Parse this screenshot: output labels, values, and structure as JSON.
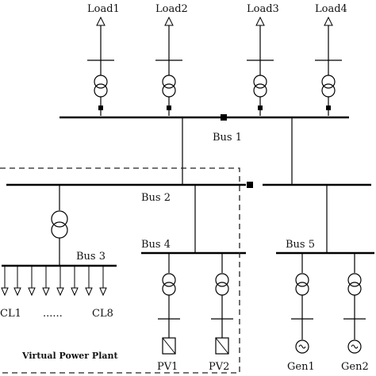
{
  "loads": [
    "Load1",
    "Load2",
    "Load3",
    "Load4"
  ],
  "buses": {
    "bus1": "Bus 1",
    "bus2": "Bus 2",
    "bus3": "Bus 3",
    "bus4": "Bus 4",
    "bus5": "Bus 5"
  },
  "controllable_loads": {
    "first": "CL1",
    "ellipsis": "......",
    "last": "CL8"
  },
  "pv": [
    "PV1",
    "PV2"
  ],
  "generators": [
    "Gen1",
    "Gen2"
  ],
  "vpp_label": "Virtual Power Plant"
}
